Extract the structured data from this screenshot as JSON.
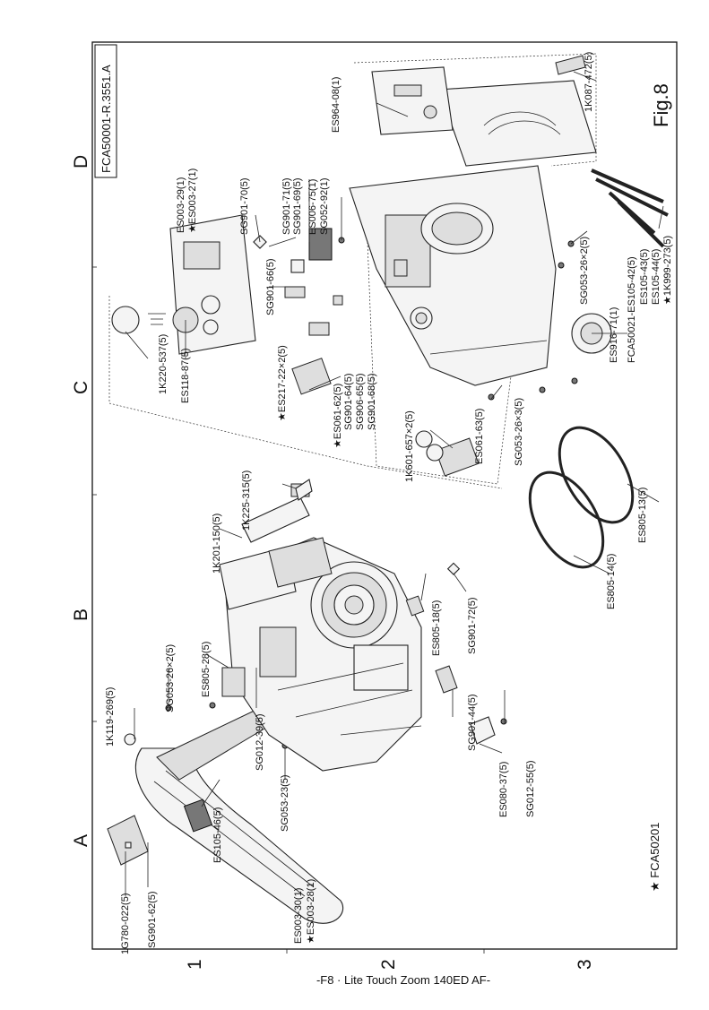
{
  "sheet": {
    "doc_code": "FCA50001-R.3551.A",
    "footer": "-F8 · Lite Touch Zoom 140ED AF-",
    "fig_label": "Fig.8",
    "note": "★ FCA50201",
    "columns": [
      "A",
      "B",
      "C",
      "D"
    ],
    "rows": [
      "1",
      "2",
      "3"
    ]
  },
  "part_labels": {
    "g780": "1G780-022(5)",
    "sg901_62": "SG901-62(5)",
    "es003_30": "ES003-30(1)",
    "es003_28": "★ES003-28(1)",
    "k119": "1K119-269(5)",
    "es105_46": "ES105-46(5)",
    "sg053_23": "SG053-23(5)",
    "sg053_26x2_a": "SG053-26×2(5)",
    "sg012_39": "SG012-39(5)",
    "es805_28": "ES805-28(5)",
    "es080_37": "ES080-37(5)",
    "sg012_55": "SG012-55(5)",
    "sg901_44": "SG901-44(5)",
    "es805_18": "ES805-18(5)",
    "sg901_72": "SG901-72(5)",
    "k201_150": "1K201-150(5)",
    "k225_315": "1K225-315(5)",
    "es805_14": "ES805-14(5)",
    "es805_13": "ES805-13(5)",
    "k601_657": "1K601-657×2(5)",
    "es061_63": "ES061-63(5)",
    "sg053_26x3": "SG053-26×3(5)",
    "es061_62": "★ES061-62(5)",
    "sg901_64": "SG901-64(5)",
    "sg906_65": "SG906-65(5)",
    "sg901_68": "SG901-68(5)",
    "es217_22": "★ES217-22×2(5)",
    "k220_537": "1K220-537(5)",
    "es118_87": "ES118-87(5)",
    "sg901_66": "SG901-66(5)",
    "es003_29": "ES003-29(1)",
    "es003_27": "★ES003-27(1)",
    "sg901_70": "SG901-70(5)",
    "sg901_71": "SG901-71(5)",
    "sg901_69": "SG901-69(5)",
    "es006_75": "ES006-75(1)",
    "sg052_92": "SG052-92(1)",
    "es964_08": "ES964-08(1)",
    "k087_472": "1K087-472(5)",
    "sg053_26x2_b": "SG053-26×2(5)",
    "es916_71": "ES916-71(1)",
    "fca50021": "FCA50021-ES105-42(5)",
    "es105_43": "ES105-43(5)",
    "es105_44": "ES105-44(5)",
    "k999_273": "★1K999-273(5)"
  }
}
